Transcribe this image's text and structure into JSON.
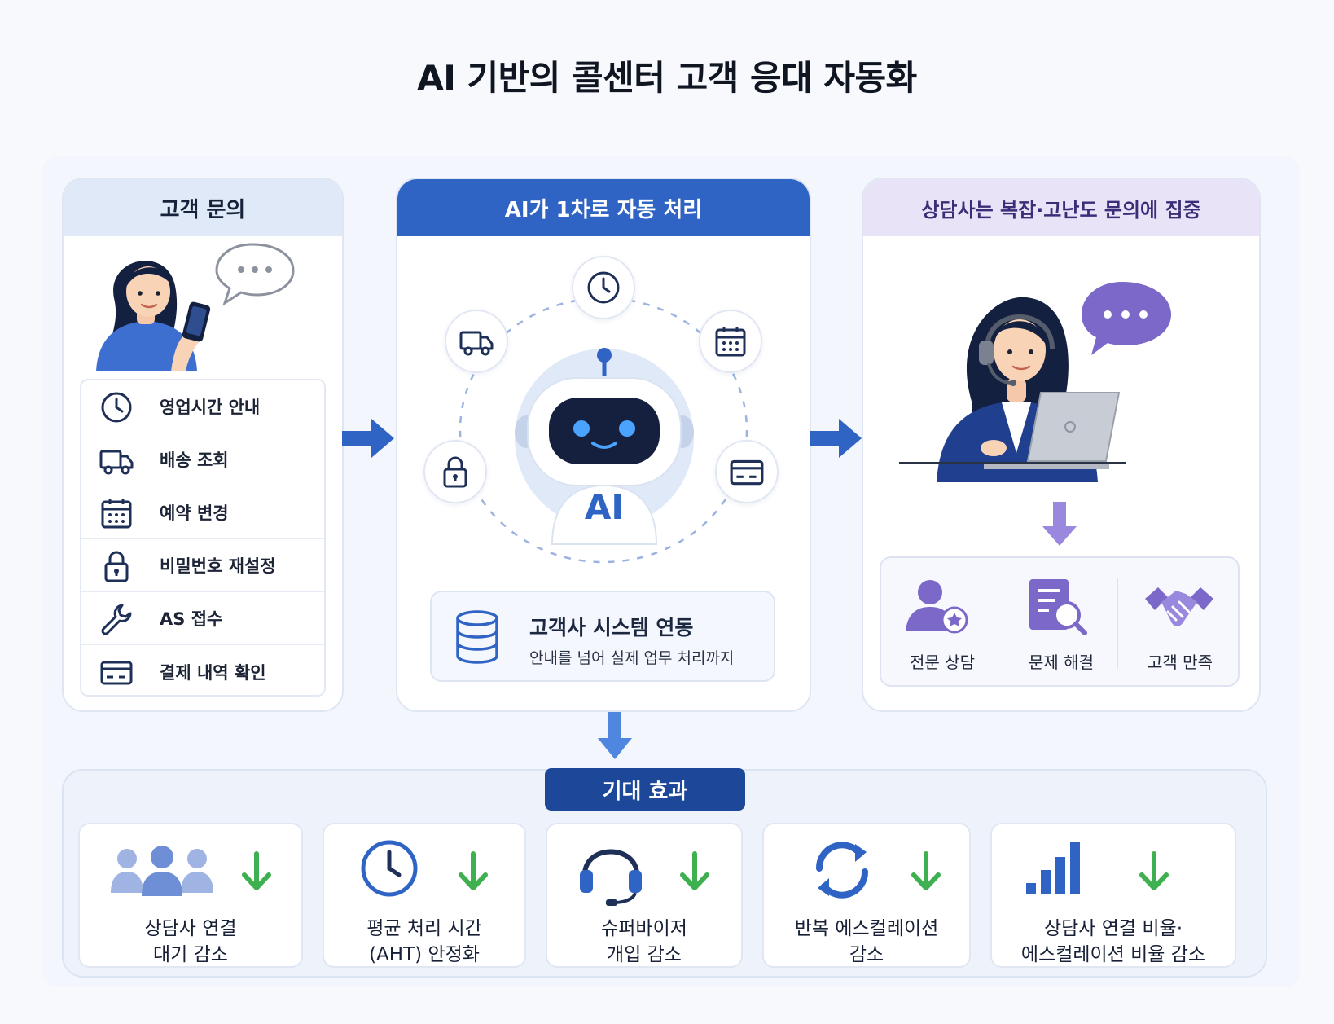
{
  "title": "AI 기반의 콜센터 고객 응대 자동화",
  "colors": {
    "primary_blue": "#2f64c4",
    "navy": "#1d4799",
    "purple": "#7b68c9",
    "green": "#3fb04f",
    "light_blue": "#dfe9f8"
  },
  "left_panel": {
    "header": "고객 문의",
    "inquiries": [
      {
        "label": "영업시간 안내",
        "icon": "clock-icon"
      },
      {
        "label": "배송 조회",
        "icon": "truck-icon"
      },
      {
        "label": "예약 변경",
        "icon": "calendar-icon"
      },
      {
        "label": "비밀번호 재설정",
        "icon": "lock-icon"
      },
      {
        "label": "AS 접수",
        "icon": "wrench-icon"
      },
      {
        "label": "결제 내역 확인",
        "icon": "credit-card-icon"
      }
    ]
  },
  "middle_panel": {
    "header": "AI가 1차로 자동 처리",
    "robot_label": "AI",
    "orbit_icons": [
      "clock-icon",
      "calendar-icon",
      "credit-card-icon",
      "lock-icon",
      "truck-icon"
    ],
    "integration": {
      "title": "고객사 시스템 연동",
      "subtitle": "안내를 넘어 실제 업무 처리까지"
    }
  },
  "right_panel": {
    "header": "상담사는 복잡·고난도 문의에 집중",
    "outcomes": [
      {
        "label": "전문 상담",
        "icon": "expert-agent-icon"
      },
      {
        "label": "문제 해결",
        "icon": "document-search-icon"
      },
      {
        "label": "고객 만족",
        "icon": "handshake-icon"
      }
    ]
  },
  "effects": {
    "header": "기대 효과",
    "items": [
      {
        "line1": "상담사 연결",
        "line2": "대기 감소",
        "icon": "people-group-icon"
      },
      {
        "line1": "평균 처리 시간",
        "line2": "(AHT) 안정화",
        "icon": "clock-icon"
      },
      {
        "line1": "슈퍼바이저",
        "line2": "개입 감소",
        "icon": "headset-icon"
      },
      {
        "line1": "반복 에스컬레이션",
        "line2": "감소",
        "icon": "refresh-cycle-icon"
      },
      {
        "line1": "상담사 연결 비율·",
        "line2": "에스컬레이션 비율 감소",
        "icon": "bar-chart-icon"
      }
    ]
  }
}
